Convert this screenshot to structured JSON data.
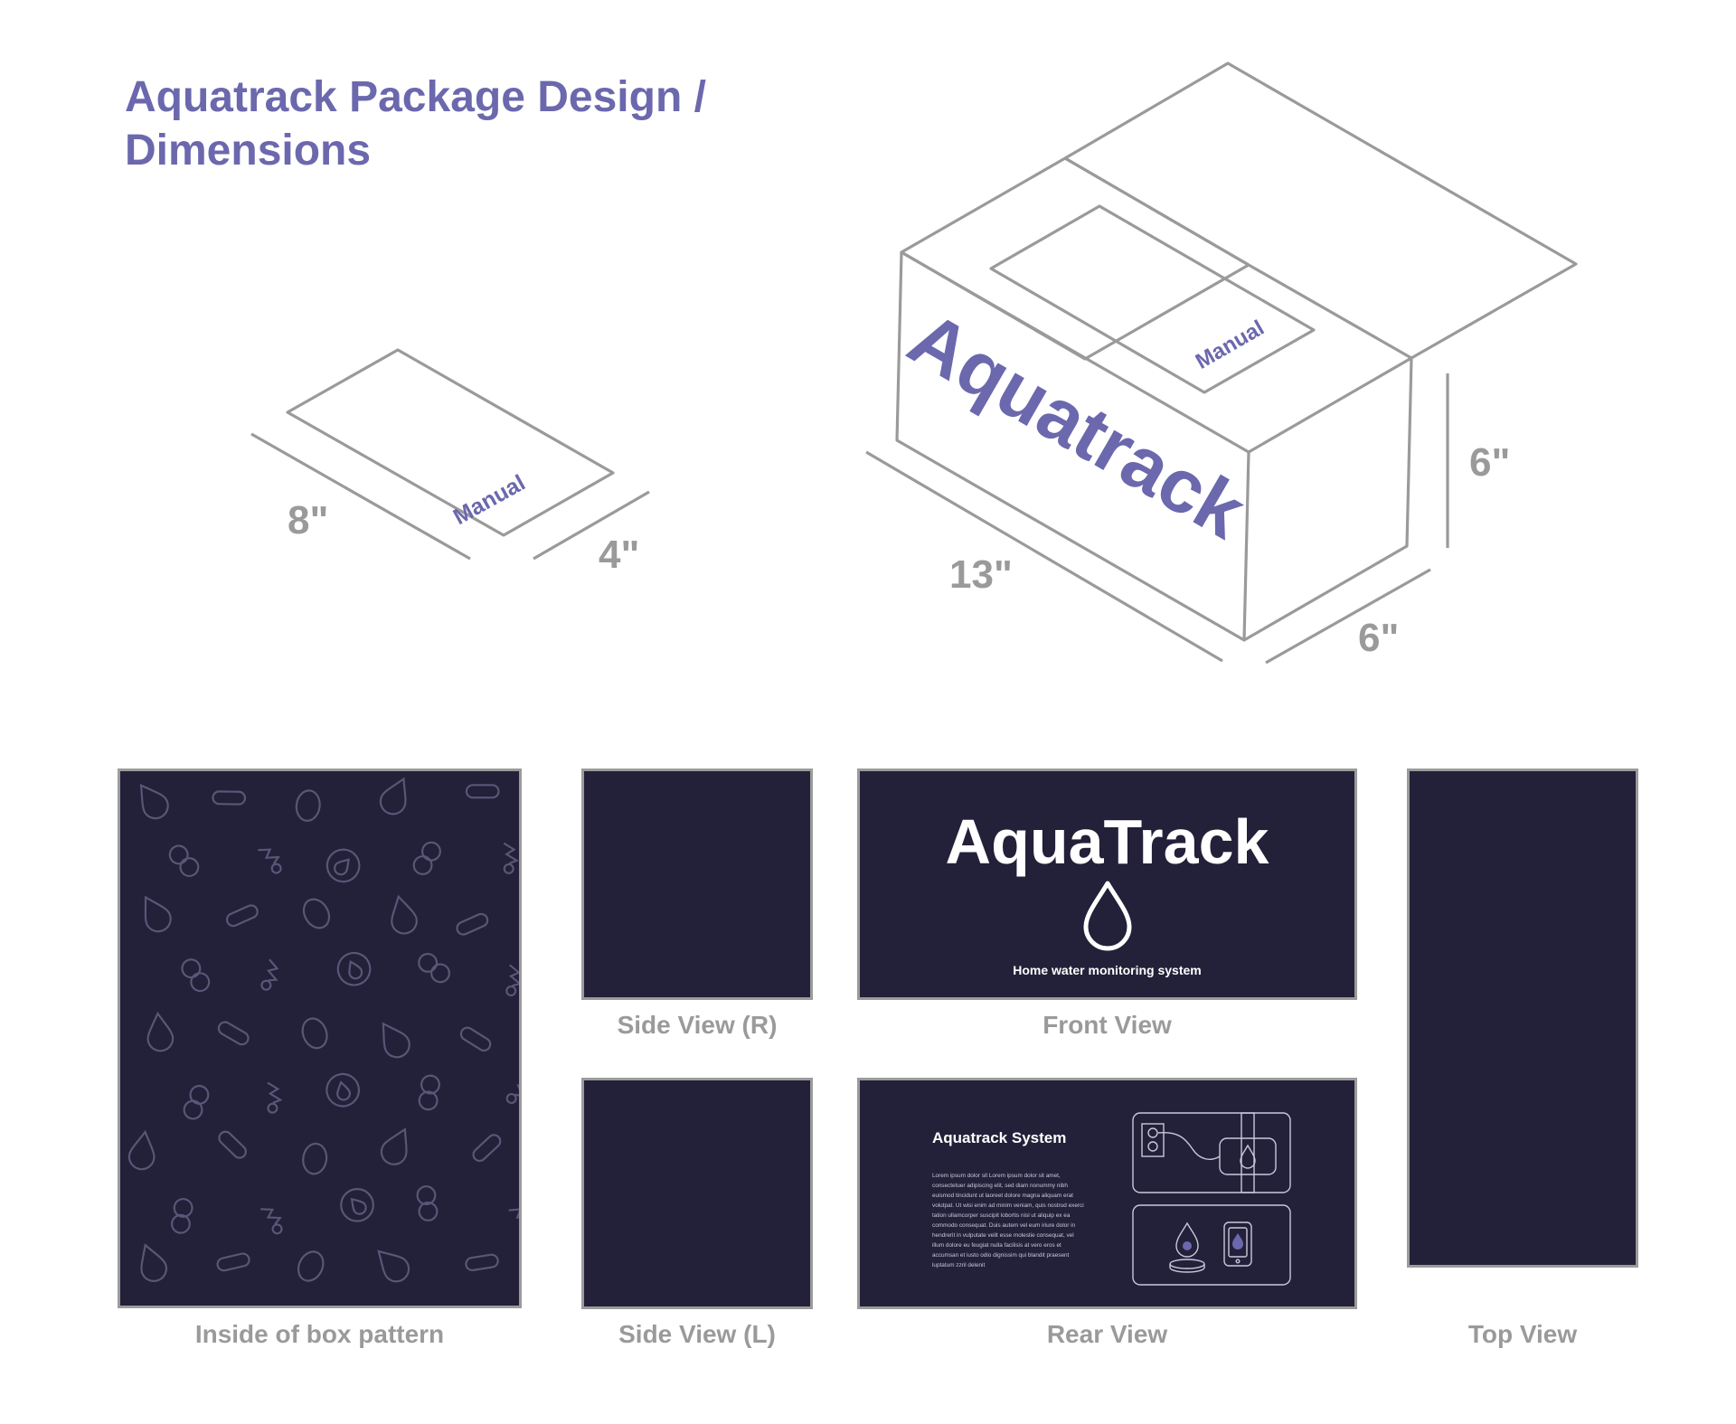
{
  "title": "Aquatrack Package Design / Dimensions",
  "manual_box": {
    "label": "Manual",
    "length": "8\"",
    "width": "4\""
  },
  "main_box": {
    "brand": "Aquatrack",
    "insert_label": "Manual",
    "length": "13\"",
    "width": "6\"",
    "height": "6\""
  },
  "panels": {
    "inside_pattern": {
      "label": "Inside of box pattern"
    },
    "side_right": {
      "label": "Side View (R)"
    },
    "side_left": {
      "label": "Side View (L)"
    },
    "front": {
      "label": "Front View",
      "brand": "AquaTrack",
      "tagline": "Home water monitoring system",
      "icon": "water-drop-icon"
    },
    "rear": {
      "label": "Rear View",
      "heading": "Aquatrack System",
      "body": "Lorem ipsum dolor sit Lorem ipsum dolor sit amet, consectetuer adipiscing elit, sed diam nonummy nibh euismod tincidunt ut laoreet dolore magna aliquam erat volutpat. Ut wisi enim ad minim veniam, quis nostrud exerci tation ullamcorper suscipit lobortis nisl ut aliquip ex ea commodo consequat. Duis autem vel eum iriure dolor in hendrerit in vulputate velit esse molestie consequat, vel illum dolore eu feugiat nulla facilisis at vero eros et accumsan et iusto odio dignissim qui blandit praesent luptatum zzril delenit",
      "icons": [
        "wall-outlet-icon",
        "sensor-device-icon",
        "water-sensor-icon",
        "phone-app-icon"
      ]
    },
    "top": {
      "label": "Top View"
    }
  },
  "colors": {
    "accent": "#6b68ad",
    "panel": "#232039",
    "line": "#9a9a9a"
  }
}
